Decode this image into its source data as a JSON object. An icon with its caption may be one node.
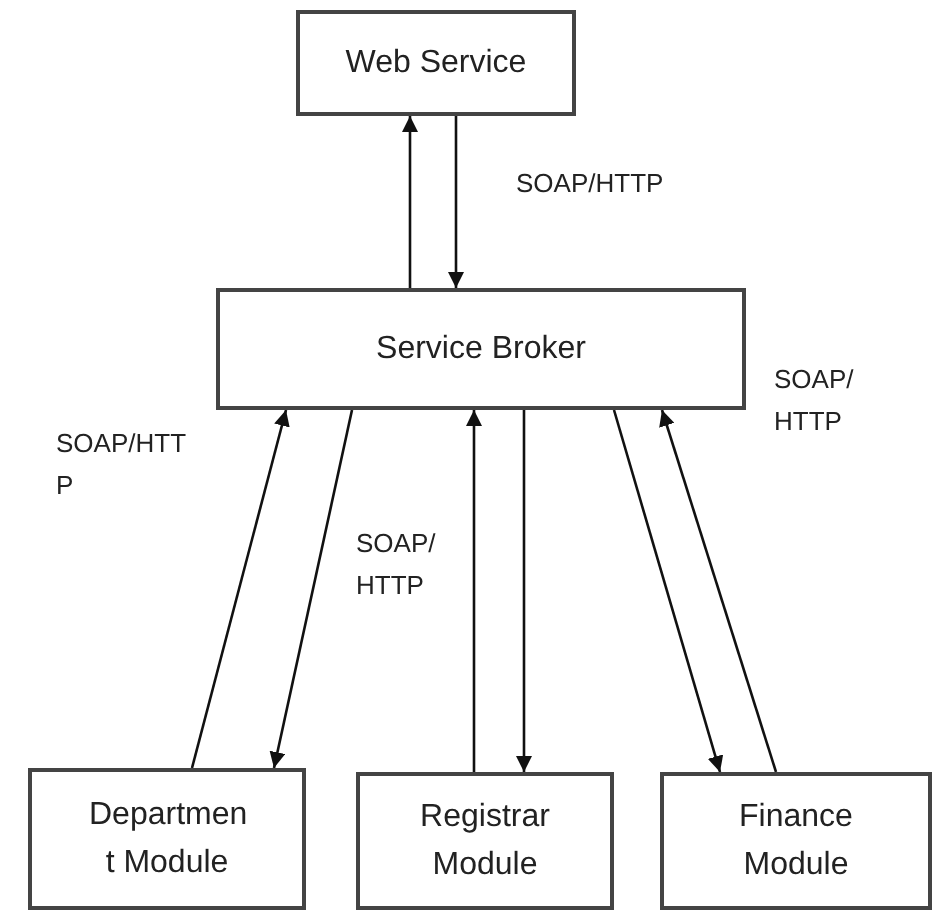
{
  "diagram": {
    "nodes": [
      {
        "text": [
          "Web Service"
        ]
      },
      {
        "text": [
          "Service Broker"
        ]
      },
      {
        "text": [
          "Departmen t Module"
        ]
      },
      {
        "text": [
          "Registrar Module"
        ]
      },
      {
        "text": [
          "Finance Module"
        ]
      }
    ],
    "edges": [
      {
        "from": 1,
        "to": 0,
        "arrow": "to"
      },
      {
        "from": 0,
        "to": 1,
        "arrow": "to"
      },
      {
        "from": 2,
        "to": 1,
        "arrow": "to"
      },
      {
        "from": 1,
        "to": 2,
        "arrow": "to"
      },
      {
        "from": 3,
        "to": 1,
        "arrow": "to"
      },
      {
        "from": 1,
        "to": 3,
        "arrow": "to"
      },
      {
        "from": 1,
        "to": 4,
        "arrow": "to"
      },
      {
        "from": 4,
        "to": 1,
        "arrow": "to"
      }
    ],
    "labels": [
      "SOAP/HTTP",
      "SOAP/ HTTP",
      "SOAP/HTT P",
      "SOAP/ HTTP"
    ]
  }
}
